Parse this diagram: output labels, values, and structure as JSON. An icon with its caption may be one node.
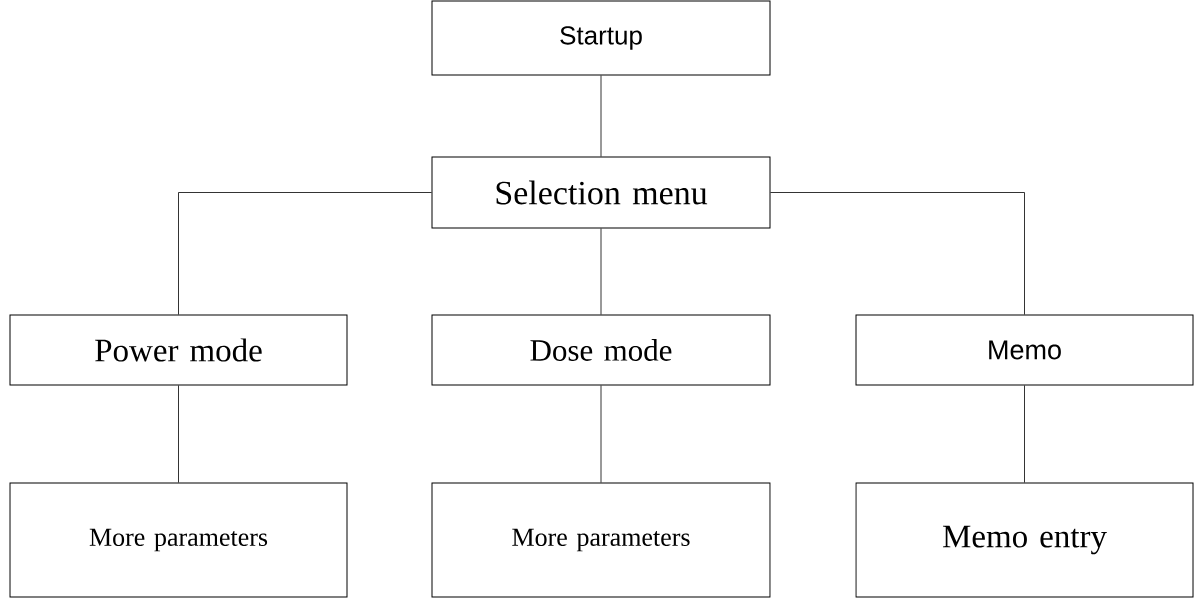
{
  "diagram": {
    "nodes": [
      {
        "text": [
          "Startup"
        ]
      },
      {
        "text": [
          "Selection menu"
        ]
      },
      {
        "text": [
          "Power mode"
        ]
      },
      {
        "text": [
          "Dose mode"
        ]
      },
      {
        "text": [
          "Memo"
        ]
      },
      {
        "text": [
          "More parameters"
        ]
      },
      {
        "text": [
          "More parameters"
        ]
      },
      {
        "text": [
          "Memo entry"
        ]
      }
    ],
    "edges": [
      {
        "from": 0,
        "to": 1,
        "arrow": "none"
      },
      {
        "from": 1,
        "to": 2,
        "arrow": "none"
      },
      {
        "from": 1,
        "to": 3,
        "arrow": "none"
      },
      {
        "from": 1,
        "to": 4,
        "arrow": "none"
      },
      {
        "from": 2,
        "to": 5,
        "arrow": "none"
      },
      {
        "from": 3,
        "to": 6,
        "arrow": "none"
      },
      {
        "from": 4,
        "to": 7,
        "arrow": "none"
      }
    ]
  }
}
